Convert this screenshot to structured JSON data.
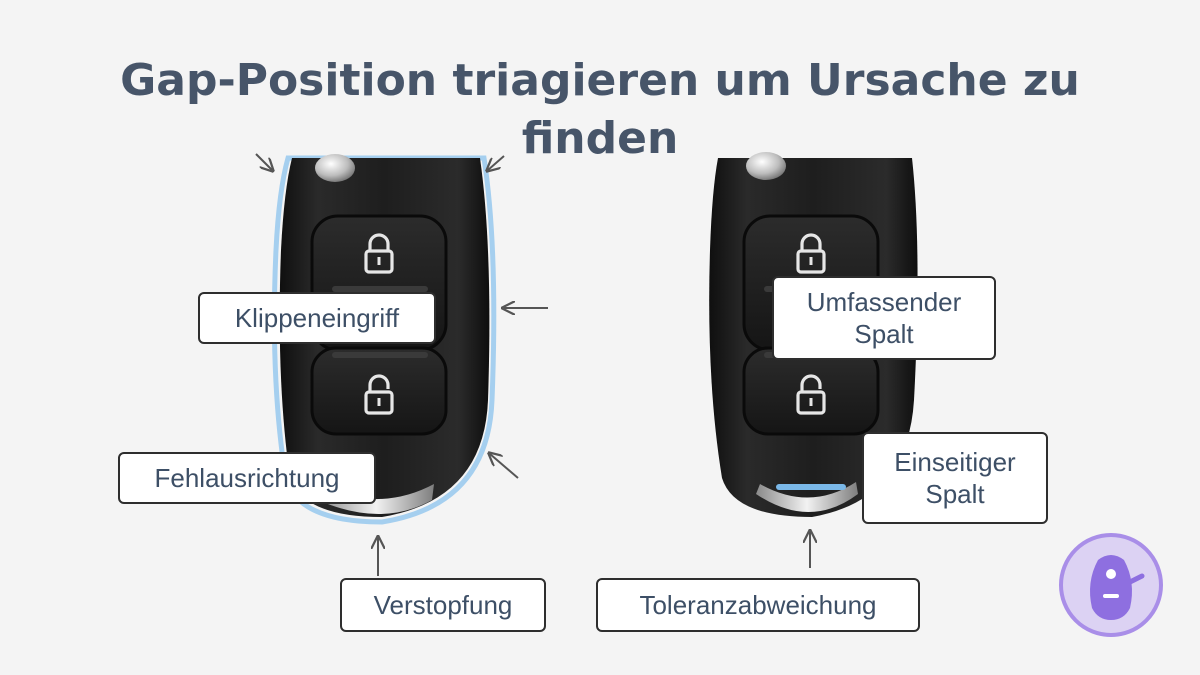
{
  "header": {
    "title": "Gap-Position triagieren um Ursache zu finden"
  },
  "labels": {
    "clip": "Klippeneingriff",
    "misalign": "Fehlausrichtung",
    "clog": "Verstopfung",
    "wrap": "Umfassender Spalt",
    "onesided": "Einseitiger Spalt",
    "tolerance": "Toleranzabweichung"
  },
  "icons": {
    "lock": "lock-icon",
    "unlock": "unlock-icon",
    "brand": "key-fob-logo-icon"
  },
  "colors": {
    "title": "#475569",
    "label_text": "#3d4f66",
    "fob_body": "#1c1c1c",
    "gap_glow": "#7ab8e8",
    "logo_purple": "#a98ee8",
    "arrow": "#555555"
  }
}
